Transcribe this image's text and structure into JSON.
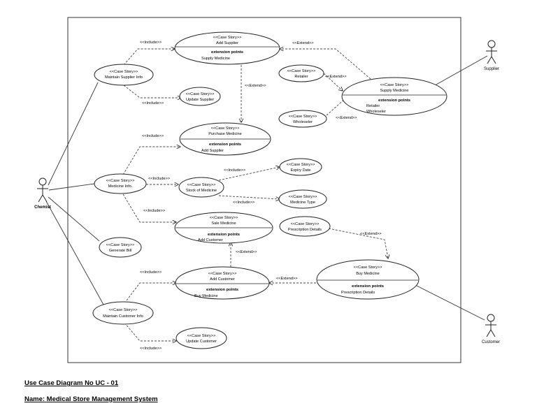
{
  "actors": {
    "chemist": "Chemist",
    "supplier": "Supplier",
    "customer": "Customer"
  },
  "stereotype": "<<Case Story>>",
  "extension_points_label": "extension points",
  "use_cases": {
    "add_supplier": {
      "name": "Add Supplier",
      "ext": "Supply Medicine"
    },
    "maintain_supplier": {
      "name": "Maintain Supplier Info"
    },
    "update_supplier": {
      "name": "Update Supplier"
    },
    "retailer": {
      "name": "Retailer"
    },
    "wholeseler": {
      "name": "Wholeseler"
    },
    "supply_medicine": {
      "name": "Supply Medicine",
      "ext1": "Retailer",
      "ext2": "Wholeseler"
    },
    "purchase_medicine": {
      "name": "Purchase Medicine",
      "ext": "Add Supplier"
    },
    "medicine_info": {
      "name": "Medicine Info."
    },
    "stock": {
      "name": "Stock of Medicine"
    },
    "expiry": {
      "name": "Expiry Date"
    },
    "medicine_type": {
      "name": "Medicine Type"
    },
    "sale_medicine": {
      "name": "Sale Medicine",
      "ext": "Add Customer"
    },
    "prescription": {
      "name": "Prescription Details"
    },
    "generate_bill": {
      "name": "Generate Bill"
    },
    "add_customer": {
      "name": "Add Customer",
      "ext": "Buy Medicine"
    },
    "buy_medicine": {
      "name": "Buy Medicine",
      "ext": "Prescription Details"
    },
    "maintain_customer": {
      "name": "Maintain Customer Info"
    },
    "update_customer": {
      "name": "Update Customer"
    }
  },
  "relation_labels": {
    "include": "<<Include>>",
    "extend": "<<Extend>>"
  },
  "captions": {
    "diagram_no": "Use Case Diagram No UC - 01",
    "name": "Name: Medical Store Management System"
  }
}
